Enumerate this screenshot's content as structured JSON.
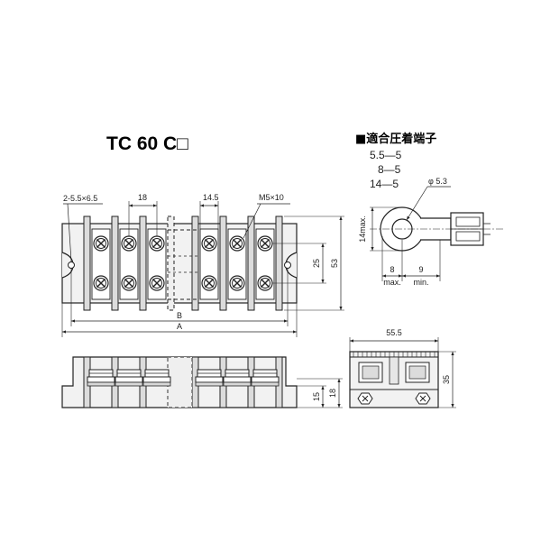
{
  "title": "TC 60 C□",
  "compat": {
    "heading": "■適合圧着端子",
    "items": [
      "5.5—5",
      "8—5",
      "14—5"
    ]
  },
  "top_view": {
    "hole_label": "2-5.5×6.5",
    "pitch_label": "18",
    "pitch2_label": "14.5",
    "screw_label": "M5×10",
    "height_inner": "25",
    "height_outer": "53",
    "width_b": "B",
    "width_a": "A"
  },
  "lug": {
    "hole_dia": "φ 5.3",
    "width": "14max.",
    "dim1_value": "8",
    "dim1_note": "max.",
    "dim2_value": "9",
    "dim2_note": "min."
  },
  "side_view": {
    "h1": "15",
    "h2": "18"
  },
  "end_view": {
    "width": "55.5",
    "height": "35"
  }
}
